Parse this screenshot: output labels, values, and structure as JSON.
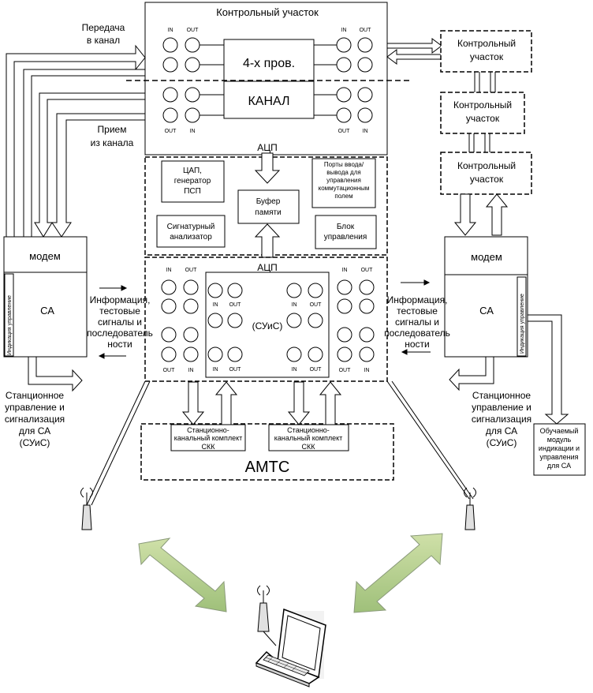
{
  "blocks": {
    "control_section_main": "Контрольный участок",
    "four_wire": "4-х пров.",
    "channel": "КАНАЛ",
    "adc_top": "АЦП",
    "adc_bottom": "АЦП",
    "dac": [
      "ЦАП,",
      "генератор",
      "ПСП"
    ],
    "buffer": [
      "Буфер",
      "памяти"
    ],
    "ports": [
      "Порты ввода/",
      "вывода для",
      "управления",
      "коммутационным",
      "полем"
    ],
    "signature": [
      "Сигнатурный",
      "анализатор"
    ],
    "control_unit": [
      "Блок",
      "управления"
    ],
    "suis_center": "(СУиС)",
    "amts": "АМТС",
    "skk_left": [
      "Станционно-",
      "канальный комплект",
      "СКК"
    ],
    "skk_right": [
      "Станционно-",
      "канальный комплект",
      "СКК"
    ],
    "remote_sections": [
      [
        "Контрольный",
        "участок"
      ],
      [
        "Контрольный",
        "участок"
      ],
      [
        "Контрольный",
        "участок"
      ]
    ],
    "modem_left": "модем",
    "modem_right": "модем",
    "sa_left": "СА",
    "sa_right": "СА",
    "indication_vertical": "Индикация управление",
    "trained_module": [
      "Обучаемый",
      "модуль",
      "индикации и",
      "управления",
      "для СА"
    ]
  },
  "labels": {
    "transmit": [
      "Передача",
      "в канал"
    ],
    "receive": [
      "Прием",
      "из канала"
    ],
    "info_left": [
      "Информация,",
      "тестовые",
      "сигналы и",
      "последователь",
      "ности"
    ],
    "info_right": [
      "Информация,",
      "тестовые",
      "сигналы и",
      "последователь",
      "ности"
    ],
    "station_left": [
      "Станционное",
      "управление и",
      "сигнализация",
      "для СА",
      "(СУиС)"
    ],
    "station_right": [
      "Станционное",
      "управление и",
      "сигнализация",
      "для СА",
      "(СУиС)"
    ]
  },
  "ports": {
    "in": "IN",
    "out": "OUT"
  }
}
